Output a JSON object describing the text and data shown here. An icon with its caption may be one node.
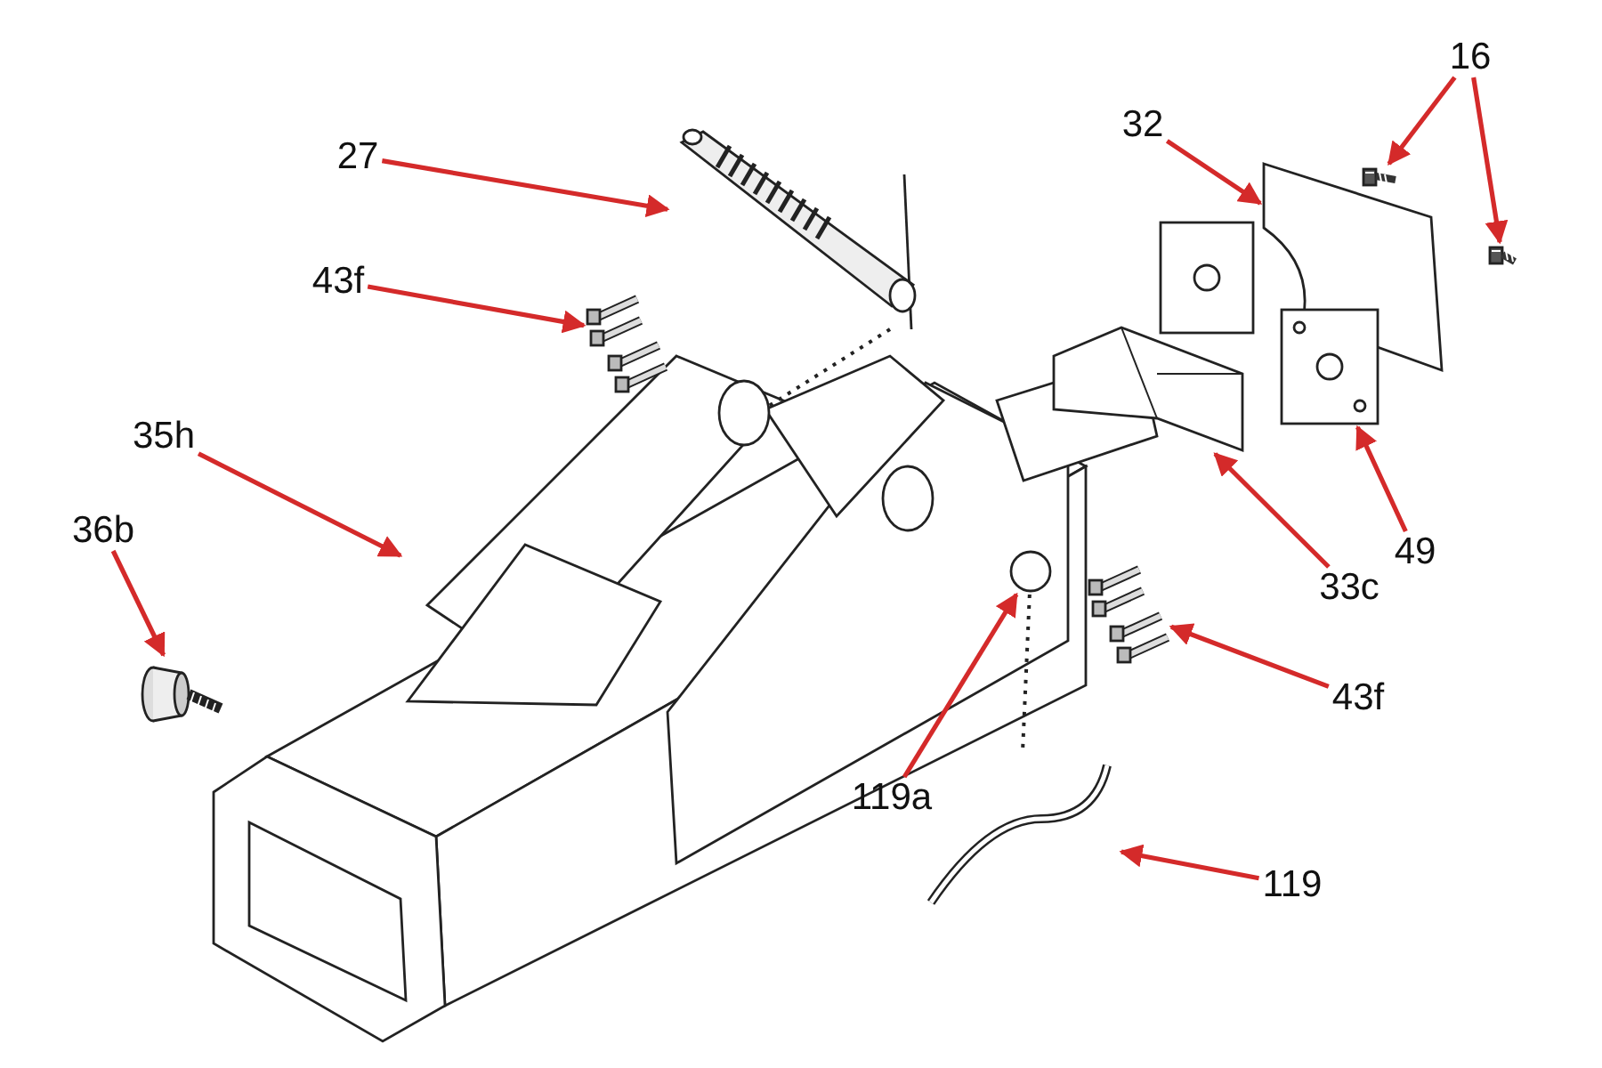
{
  "diagram": {
    "nodes": [
      {
        "text": [
          "16"
        ]
      },
      {
        "text": [
          "32"
        ]
      },
      {
        "text": [
          "27"
        ]
      },
      {
        "text": [
          "43f"
        ]
      },
      {
        "text": [
          "35h"
        ]
      },
      {
        "text": [
          "36b"
        ]
      },
      {
        "text": [
          "49"
        ]
      },
      {
        "text": [
          "33c"
        ]
      },
      {
        "text": [
          "43f"
        ]
      },
      {
        "text": [
          "119a"
        ]
      },
      {
        "text": [
          "119"
        ]
      },
      {
        "text": [],
        "shape": "picture"
      },
      {
        "text": [],
        "shape": "picture"
      },
      {
        "text": [],
        "shape": "picture"
      },
      {
        "text": [],
        "shape": "picture"
      },
      {
        "text": [],
        "shape": "picture"
      },
      {
        "text": [],
        "shape": "picture"
      },
      {
        "text": [],
        "shape": "picture"
      },
      {
        "text": [],
        "shape": "picture"
      },
      {
        "text": [],
        "shape": "picture"
      },
      {
        "text": [],
        "shape": "picture"
      },
      {
        "text": [],
        "shape": "circle"
      },
      {
        "text": [],
        "shape": "picture"
      }
    ],
    "edges": [
      {
        "from": 0,
        "to": 11,
        "arrow": "to"
      },
      {
        "from": 0,
        "to": 12,
        "arrow": "to"
      },
      {
        "from": 1,
        "to": 13,
        "arrow": "to"
      },
      {
        "from": 2,
        "to": 14,
        "arrow": "to"
      },
      {
        "from": 3,
        "to": 15,
        "arrow": "to"
      },
      {
        "from": 4,
        "to": 16,
        "arrow": "to"
      },
      {
        "from": 5,
        "to": 17,
        "arrow": "to"
      },
      {
        "from": 6,
        "to": 19,
        "arrow": "to"
      },
      {
        "from": 7,
        "to": 18,
        "arrow": "to"
      },
      {
        "from": 8,
        "to": 20,
        "arrow": "to"
      },
      {
        "from": 9,
        "to": 21,
        "arrow": "to"
      },
      {
        "from": 10,
        "to": 22,
        "arrow": "to"
      },
      {
        "from": 21,
        "to": 22,
        "arrow": "none",
        "style": "dashed",
        "color": "#222222"
      }
    ]
  }
}
